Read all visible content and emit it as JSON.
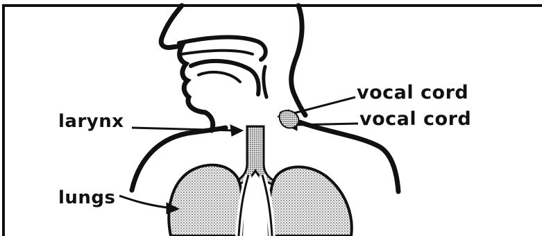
{
  "labels": {
    "larynx": "larynx",
    "lungs": "lungs",
    "vocal_cord_upper": "vocal cord",
    "vocal_cord_lower": "vocal cord"
  },
  "colors": {
    "ink": "#111111",
    "lung_fill": "#cfcfcf",
    "background": "#ffffff"
  }
}
